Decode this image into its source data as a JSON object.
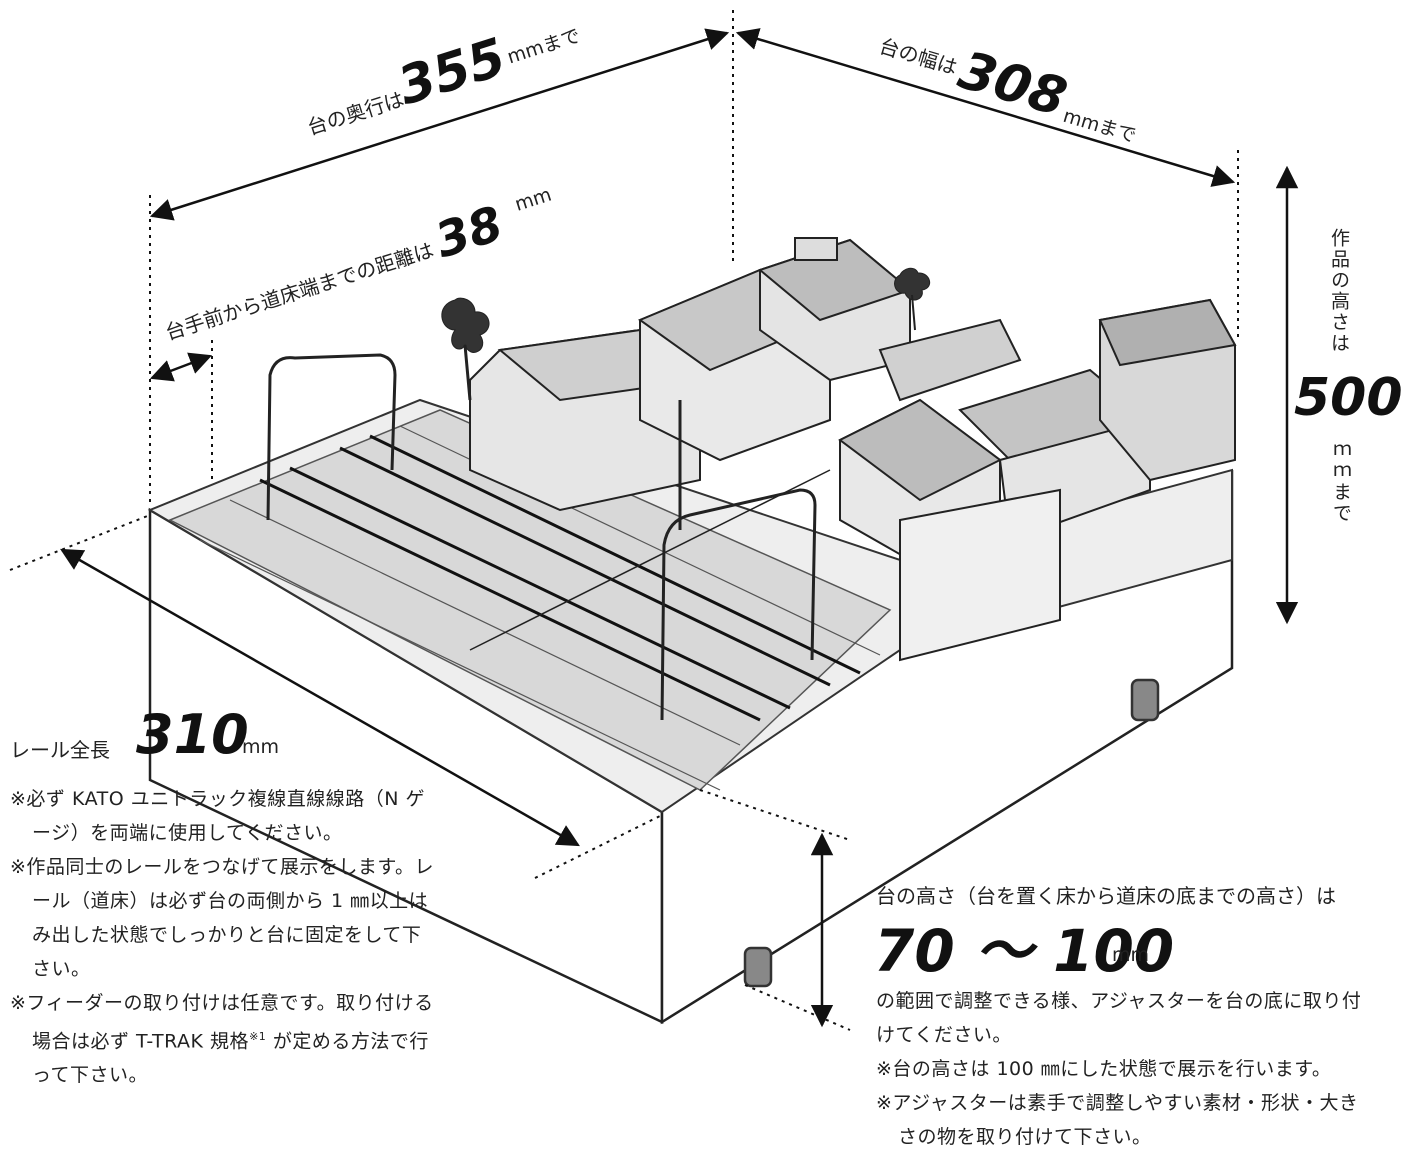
{
  "dimensions": {
    "depth": {
      "label": "台の奥行は",
      "value": "355",
      "unit": "mmまで"
    },
    "width": {
      "label": "台の幅は",
      "value": "308",
      "unit": "mmまで"
    },
    "edge_distance": {
      "label": "台手前から道床端までの距離は",
      "value": "38",
      "unit": "mm"
    },
    "height": {
      "label": "作品の高さは",
      "value": "500",
      "unit": "ｍｍまで"
    },
    "rail_length": {
      "label": "レール全長",
      "value": "310",
      "unit": "mm"
    },
    "base_height": {
      "label": "台の高さ（台を置く床から道床の底までの高さ）は",
      "value": "70 ～ 100",
      "unit": "mm"
    }
  },
  "left_notes": [
    "※必ず KATO ユニトラック複線直線線路（N ゲージ）を両端に使用してください。",
    "※作品同士のレールをつなげて展示をします。レール（道床）は必ず台の両側から 1 ㎜以上はみ出した状態でしっかりと台に固定をして下さい。",
    {
      "before": "※フィーダーの取り付けは任意です。取り付ける場合は必ず T-TRAK 規格",
      "sup": "※1",
      "after": " が定める方法で行って下さい。"
    }
  ],
  "right_notes": {
    "intro": "の範囲で調整できる様、アジャスターを台の底に取り付けてください。",
    "items": [
      "※台の高さは 100 ㎜にした状態で展示を行います。",
      "※アジャスターは素手で調整しやすい素材・形状・大きさの物を取り付けて下さい。"
    ]
  }
}
